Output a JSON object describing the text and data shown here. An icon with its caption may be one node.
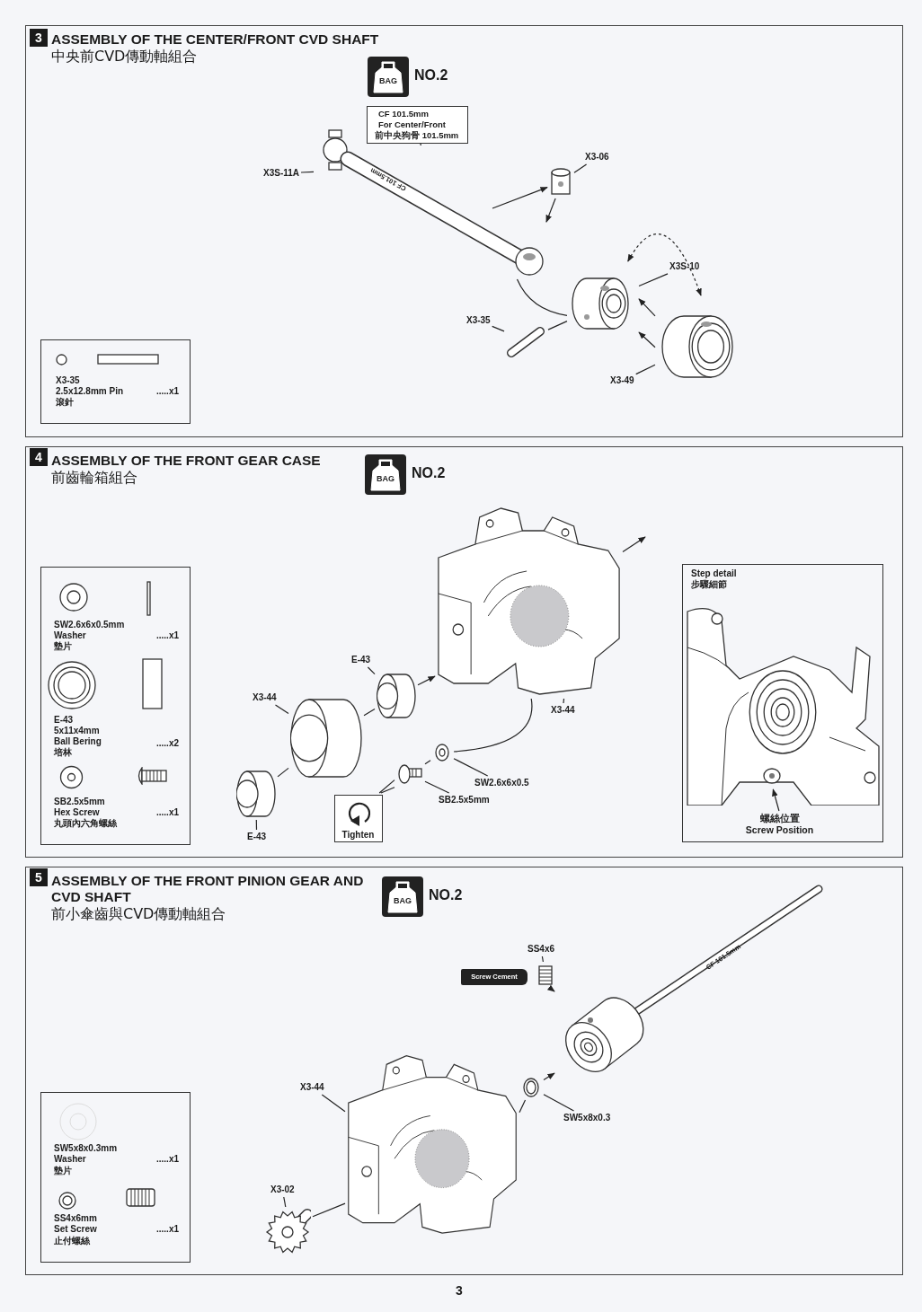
{
  "diagram": {
    "nodes": [
      {
        "text": [
          "ASSEMBLY OF THE CENTER/FRONT CVD SHAFT",
          "中央前CVD傳動軸組合"
        ]
      },
      {
        "text": [
          "3"
        ],
        "in": 0
      },
      {
        "text": [
          "BAG"
        ],
        "beside": [
          "NO.2"
        ],
        "in": 0
      },
      {
        "text": [
          "X3-35",
          "2.5x12.8mm Pin",
          "滾針",
          ".....x1"
        ],
        "in": 0
      },
      {
        "text": [
          "CF 101.5mm",
          "For Center/Front",
          "前中央狗骨 101.5mm"
        ],
        "in": 0
      },
      {
        "text": [],
        "shape": "picture",
        "in": 0
      },
      {
        "text": [
          "X3S-11A"
        ],
        "in": 0
      },
      {
        "text": [
          "X3-06"
        ],
        "in": 0
      },
      {
        "text": [],
        "shape": "picture",
        "in": 0
      },
      {
        "text": [],
        "shape": "picture",
        "in": 0
      },
      {
        "text": [
          "X3S-10"
        ],
        "in": 0
      },
      {
        "text": [
          "X3-35"
        ],
        "in": 0
      },
      {
        "text": [],
        "shape": "picture",
        "in": 0
      },
      {
        "text": [],
        "shape": "picture",
        "in": 0
      },
      {
        "text": [
          "X3-49"
        ],
        "in": 0
      },
      {
        "text": [
          "ASSEMBLY OF THE FRONT GEAR CASE",
          "前齒輪箱組合"
        ]
      },
      {
        "text": [
          "4"
        ],
        "in": 15
      },
      {
        "text": [
          "BAG"
        ],
        "beside": [
          "NO.2"
        ],
        "in": 15
      },
      {
        "text": [
          "SW2.6x6x0.5mm",
          "Washer",
          "墊片",
          ".....x1",
          "E-43",
          "5x11x4mm",
          "Ball Bering",
          "培林",
          ".....x2",
          "SB2.5x5mm",
          "Hex Screw",
          "丸頭內六角螺絲",
          ".....x1"
        ],
        "in": 15
      },
      {
        "text": [],
        "shape": "picture",
        "in": 15
      },
      {
        "text": [
          "X3-44"
        ],
        "in": 15
      },
      {
        "text": [
          "E-43"
        ],
        "in": 15
      },
      {
        "text": [],
        "shape": "cylinder",
        "in": 15
      },
      {
        "text": [
          "X3-44"
        ],
        "in": 15
      },
      {
        "text": [],
        "shape": "cylinder",
        "in": 15
      },
      {
        "text": [],
        "shape": "cylinder",
        "in": 15
      },
      {
        "text": [
          "E-43"
        ],
        "in": 15
      },
      {
        "text": [],
        "shape": "picture",
        "in": 15
      },
      {
        "text": [
          "SW2.6x6x0.5"
        ],
        "in": 15
      },
      {
        "text": [],
        "shape": "picture",
        "in": 15
      },
      {
        "text": [
          "SB2.5x5mm"
        ],
        "in": 15
      },
      {
        "text": [
          "Tighten"
        ],
        "in": 15
      },
      {
        "text": [
          "Step detail",
          "步驟細節"
        ],
        "in": 15
      },
      {
        "text": [
          "螺絲位置",
          "Screw Position"
        ],
        "in": 32
      },
      {
        "text": [],
        "shape": "picture",
        "in": 32
      },
      {
        "text": [
          "ASSEMBLY OF THE FRONT PINION GEAR AND CVD SHAFT",
          "前小傘齒與CVD傳動軸組合"
        ]
      },
      {
        "text": [
          "5"
        ],
        "in": 35
      },
      {
        "text": [
          "BAG"
        ],
        "beside": [
          "NO.2"
        ],
        "in": 35
      },
      {
        "text": [
          "SW5x8x0.3mm",
          "Washer",
          "墊片",
          ".....x1",
          "SS4x6mm",
          "Set Screw",
          "止付螺絲",
          ".....x1"
        ],
        "in": 35
      },
      {
        "text": [
          "SS4x6"
        ],
        "in": 35
      },
      {
        "text": [],
        "shape": "picture",
        "in": 35
      },
      {
        "text": [
          "Screw Cement"
        ],
        "in": 35
      },
      {
        "text": [],
        "shape": "picture",
        "in": 35
      },
      {
        "text": [
          "SW5x8x0.3"
        ],
        "in": 35
      },
      {
        "text": [],
        "shape": "picture",
        "in": 35
      },
      {
        "text": [
          "X3-44"
        ],
        "in": 35
      },
      {
        "text": [],
        "shape": "picture",
        "in": 35
      },
      {
        "text": [
          "X3-02"
        ],
        "in": 35
      },
      {
        "text": [],
        "shape": "picture",
        "in": 35
      }
    ],
    "edges": [
      {
        "from": 4,
        "to": 5,
        "arrow": "none"
      },
      {
        "from": 6,
        "to": 5,
        "arrow": "none"
      },
      {
        "from": 7,
        "to": 8,
        "arrow": "none"
      },
      {
        "from": 8,
        "to": 5,
        "arrow": "to"
      },
      {
        "from": 5,
        "to": 8,
        "arrow": "to"
      },
      {
        "from": 5,
        "to": 9,
        "arrow": "none"
      },
      {
        "from": 11,
        "to": 12,
        "arrow": "none"
      },
      {
        "from": 12,
        "to": 9,
        "arrow": "none"
      },
      {
        "from": 10,
        "to": 9,
        "arrow": "none"
      },
      {
        "from": 13,
        "to": 9,
        "arrow": "to"
      },
      {
        "from": 13,
        "to": 9,
        "arrow": "to"
      },
      {
        "from": 9,
        "to": 13,
        "arrow": "both",
        "style": "dashed"
      },
      {
        "from": 14,
        "to": 13,
        "arrow": "none"
      },
      {
        "from": 20,
        "to": 19,
        "arrow": "none"
      },
      {
        "from": 21,
        "to": 22,
        "arrow": "none"
      },
      {
        "from": 23,
        "to": 24,
        "arrow": "none"
      },
      {
        "from": 26,
        "to": 25,
        "arrow": "none"
      },
      {
        "from": 25,
        "to": 24,
        "arrow": "none"
      },
      {
        "from": 24,
        "to": 22,
        "arrow": "none"
      },
      {
        "from": 22,
        "to": 19,
        "arrow": "to"
      },
      {
        "from": 28,
        "to": 27,
        "arrow": "none"
      },
      {
        "from": 30,
        "to": 29,
        "arrow": "none"
      },
      {
        "from": 29,
        "to": 27,
        "arrow": "none"
      },
      {
        "from": 27,
        "to": 19,
        "arrow": "none"
      },
      {
        "from": 31,
        "to": 29,
        "arrow": "none"
      },
      {
        "from": 31,
        "to": 29,
        "arrow": "none"
      },
      {
        "from": 19,
        "to": null,
        "arrow": "to"
      },
      {
        "from": 33,
        "to": 34,
        "arrow": "to"
      },
      {
        "from": 39,
        "to": 40,
        "arrow": "none"
      },
      {
        "from": 40,
        "to": 42,
        "arrow": "to"
      },
      {
        "from": 43,
        "to": 44,
        "arrow": "none"
      },
      {
        "from": 44,
        "to": 42,
        "arrow": "to"
      },
      {
        "from": 46,
        "to": 44,
        "arrow": "none"
      },
      {
        "from": 45,
        "to": 46,
        "arrow": "none"
      },
      {
        "from": 47,
        "to": 48,
        "arrow": "none"
      },
      {
        "from": 48,
        "to": 46,
        "arrow": "none"
      }
    ],
    "labels": [
      "CF 101.5mm",
      "CF 101.5mm",
      "3"
    ]
  }
}
